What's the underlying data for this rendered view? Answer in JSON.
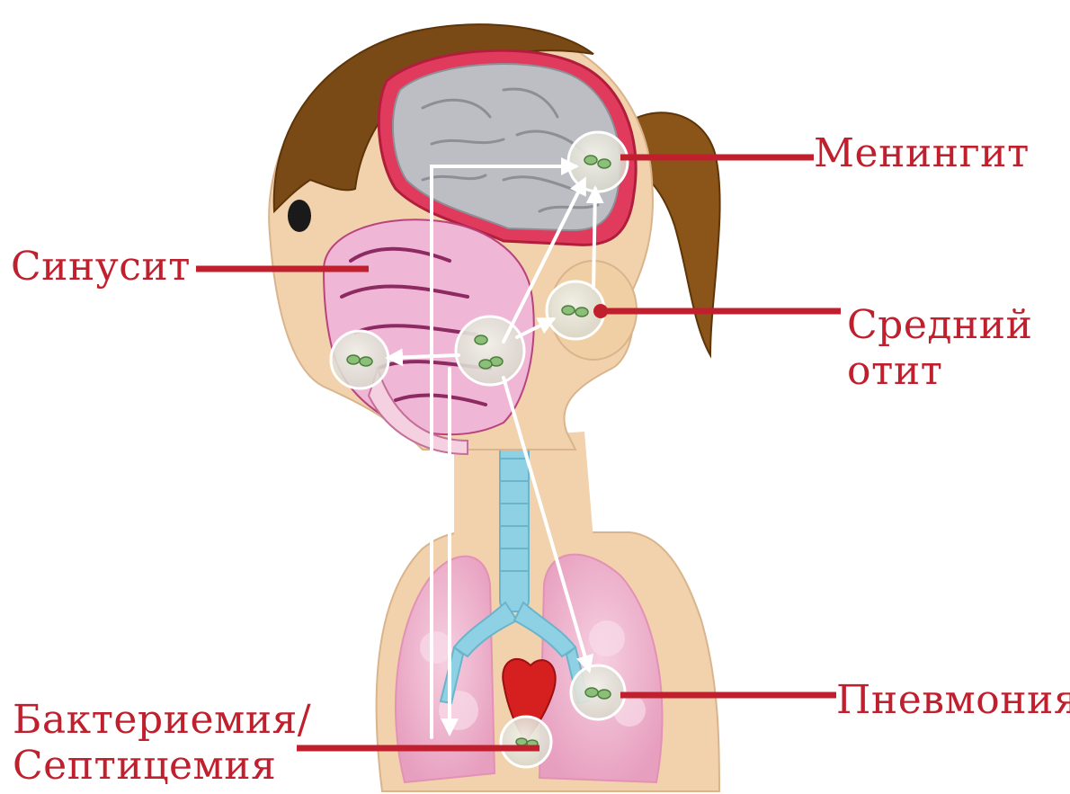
{
  "labels": {
    "meningitis": "Менингит",
    "sinusitis": "Синусит",
    "otitis_line1": "Средний",
    "otitis_line2": "отит",
    "pneumonia": "Пневмония",
    "bacteremia_line1": "Бактериемия/",
    "bacteremia_line2": "Септицемия"
  },
  "colors": {
    "label_red": "#c0202e",
    "skin": "#f1d2ad",
    "hair": "#7a4a16",
    "brain": "#bdbec4",
    "sinus": "#f0b6d6",
    "airway": "#8fd1e4",
    "lung": "#f1b7cf",
    "heart": "#d62020",
    "arrow": "#ffffff"
  }
}
